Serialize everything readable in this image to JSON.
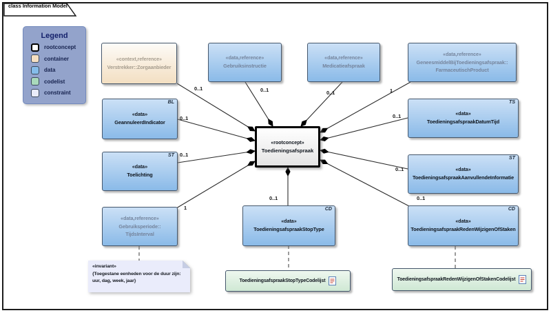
{
  "frame": {
    "tab_label": "class Information Model"
  },
  "legend": {
    "title": "Legend",
    "items": [
      {
        "label": "rootconcept",
        "color": "#ffffff"
      },
      {
        "label": "container",
        "color": "#f5dfc2"
      },
      {
        "label": "data",
        "color": "#85bce9"
      },
      {
        "label": "codelist",
        "color": "#a9d9bb"
      },
      {
        "label": "constraint",
        "color": "#e9ecfa"
      }
    ]
  },
  "central": {
    "stereotype": "«rootconcept»",
    "name": "Toedieningsafspraak"
  },
  "classes": {
    "verstrekker": {
      "stereotype": "«context,reference»",
      "name": "Verstrekker::Zorgaanbieder",
      "type_code": ""
    },
    "gebruiksinstructie": {
      "stereotype": "«data,reference»",
      "name": "Gebruiksinstructie",
      "type_code": ""
    },
    "medicatieafspraak": {
      "stereotype": "«data,reference»",
      "name": "Medicatieafspraak",
      "type_code": ""
    },
    "geneesmiddel": {
      "stereotype": "«data,reference»",
      "name_line1": "GeneesmiddelBijToedieningsafspraak::",
      "name_line2": "FarmaceutischProduct",
      "type_code": ""
    },
    "geannuleerd": {
      "stereotype": "«data»",
      "name": "GeannuleerdIndicator",
      "type_code": "BL"
    },
    "toelichting": {
      "stereotype": "«data»",
      "name": "Toelichting",
      "type_code": "ST"
    },
    "gebruiksperiode": {
      "stereotype": "«data,reference»",
      "name_line1": "Gebruiksperiode::",
      "name_line2": "TijdsInterval",
      "type_code": ""
    },
    "datumtijd": {
      "stereotype": "«data»",
      "name": "ToedieningsafspraakDatumTijd",
      "type_code": "TS"
    },
    "aanvullende": {
      "stereotype": "«data»",
      "name": "ToedieningsafspraakAanvullendeInformatie",
      "type_code": "ST"
    },
    "stoptype": {
      "stereotype": "«data»",
      "name": "ToedieningsafspraakStopType",
      "type_code": "CD"
    },
    "redenwijzigen": {
      "stereotype": "«data»",
      "name": "ToedieningsafspraakRedenWijzigenOfStaken",
      "type_code": "CD"
    }
  },
  "codelists": {
    "stoptype": {
      "name": "ToedieningsafspraakStopTypeCodelijst"
    },
    "redenwijzigen": {
      "name": "ToedieningsafspraakRedenWijzigenOfStakenCodelijst"
    }
  },
  "note": {
    "stereotype": "«invariant»",
    "text_line1": "{Toegestane eenheden voor de duur zijn:",
    "text_line2": "uur, dag, week, jaar}"
  },
  "connections": [
    {
      "from": "Verstrekker::Zorgaanbieder",
      "to": "Toedieningsafspraak",
      "multiplicity": "0..1",
      "kind": "composition"
    },
    {
      "from": "Gebruiksinstructie",
      "to": "Toedieningsafspraak",
      "multiplicity": "0..1",
      "kind": "composition"
    },
    {
      "from": "Medicatieafspraak",
      "to": "Toedieningsafspraak",
      "multiplicity": "0..1",
      "kind": "composition"
    },
    {
      "from": "GeneesmiddelBijToedieningsafspraak::FarmaceutischProduct",
      "to": "Toedieningsafspraak",
      "multiplicity": "1",
      "kind": "composition"
    },
    {
      "from": "GeannuleerdIndicator",
      "to": "Toedieningsafspraak",
      "multiplicity": "0..1",
      "kind": "composition"
    },
    {
      "from": "Toelichting",
      "to": "Toedieningsafspraak",
      "multiplicity": "0..1",
      "kind": "composition"
    },
    {
      "from": "Gebruiksperiode::TijdsInterval",
      "to": "Toedieningsafspraak",
      "multiplicity": "1",
      "kind": "composition"
    },
    {
      "from": "ToedieningsafspraakDatumTijd",
      "to": "Toedieningsafspraak",
      "multiplicity": "0..1",
      "kind": "composition"
    },
    {
      "from": "ToedieningsafspraakAanvullendeInformatie",
      "to": "Toedieningsafspraak",
      "multiplicity": "0..1",
      "kind": "composition"
    },
    {
      "from": "ToedieningsafspraakRedenWijzigenOfStaken",
      "to": "Toedieningsafspraak",
      "multiplicity": "0..1",
      "kind": "composition"
    },
    {
      "from": "ToedieningsafspraakStopType",
      "to": "Toedieningsafspraak",
      "multiplicity": "0..1",
      "kind": "composition"
    }
  ],
  "dashed_links": [
    {
      "from": "Gebruiksperiode::TijdsInterval",
      "to": "invariant-note"
    },
    {
      "from": "ToedieningsafspraakStopType",
      "to": "ToedieningsafspraakStopTypeCodelijst"
    },
    {
      "from": "ToedieningsafspraakRedenWijzigenOfStaken",
      "to": "ToedieningsafspraakRedenWijzigenOfStakenCodelijst"
    }
  ]
}
